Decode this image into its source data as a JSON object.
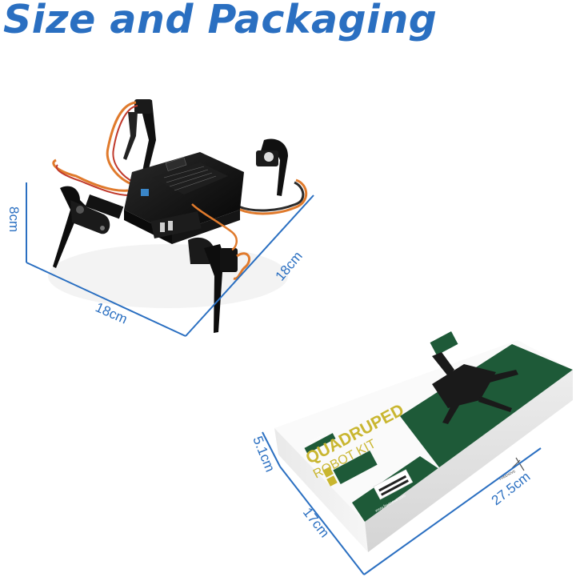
{
  "title": "Size and Packaging",
  "colors": {
    "title": "#2a6fc1",
    "dimension_lines": "#2a6fc1",
    "box_green": "#1e5a38",
    "box_yellow": "#c9b630",
    "robot_body": "#111111",
    "servo_wire_orange": "#e07a2c"
  },
  "robot": {
    "label": "quadruped robot",
    "dimensions": {
      "height": "8cm",
      "length": "18cm",
      "width": "18cm"
    }
  },
  "box": {
    "brand_badge": "FREENOVE",
    "product_line1": "QUADRUPED",
    "product_line2": "ROBOT KIT",
    "website": "www.freenove.com",
    "logo_text": "FREENOVE",
    "dimensions": {
      "height": "5.1cm",
      "width": "17cm",
      "length": "27.5cm"
    }
  }
}
